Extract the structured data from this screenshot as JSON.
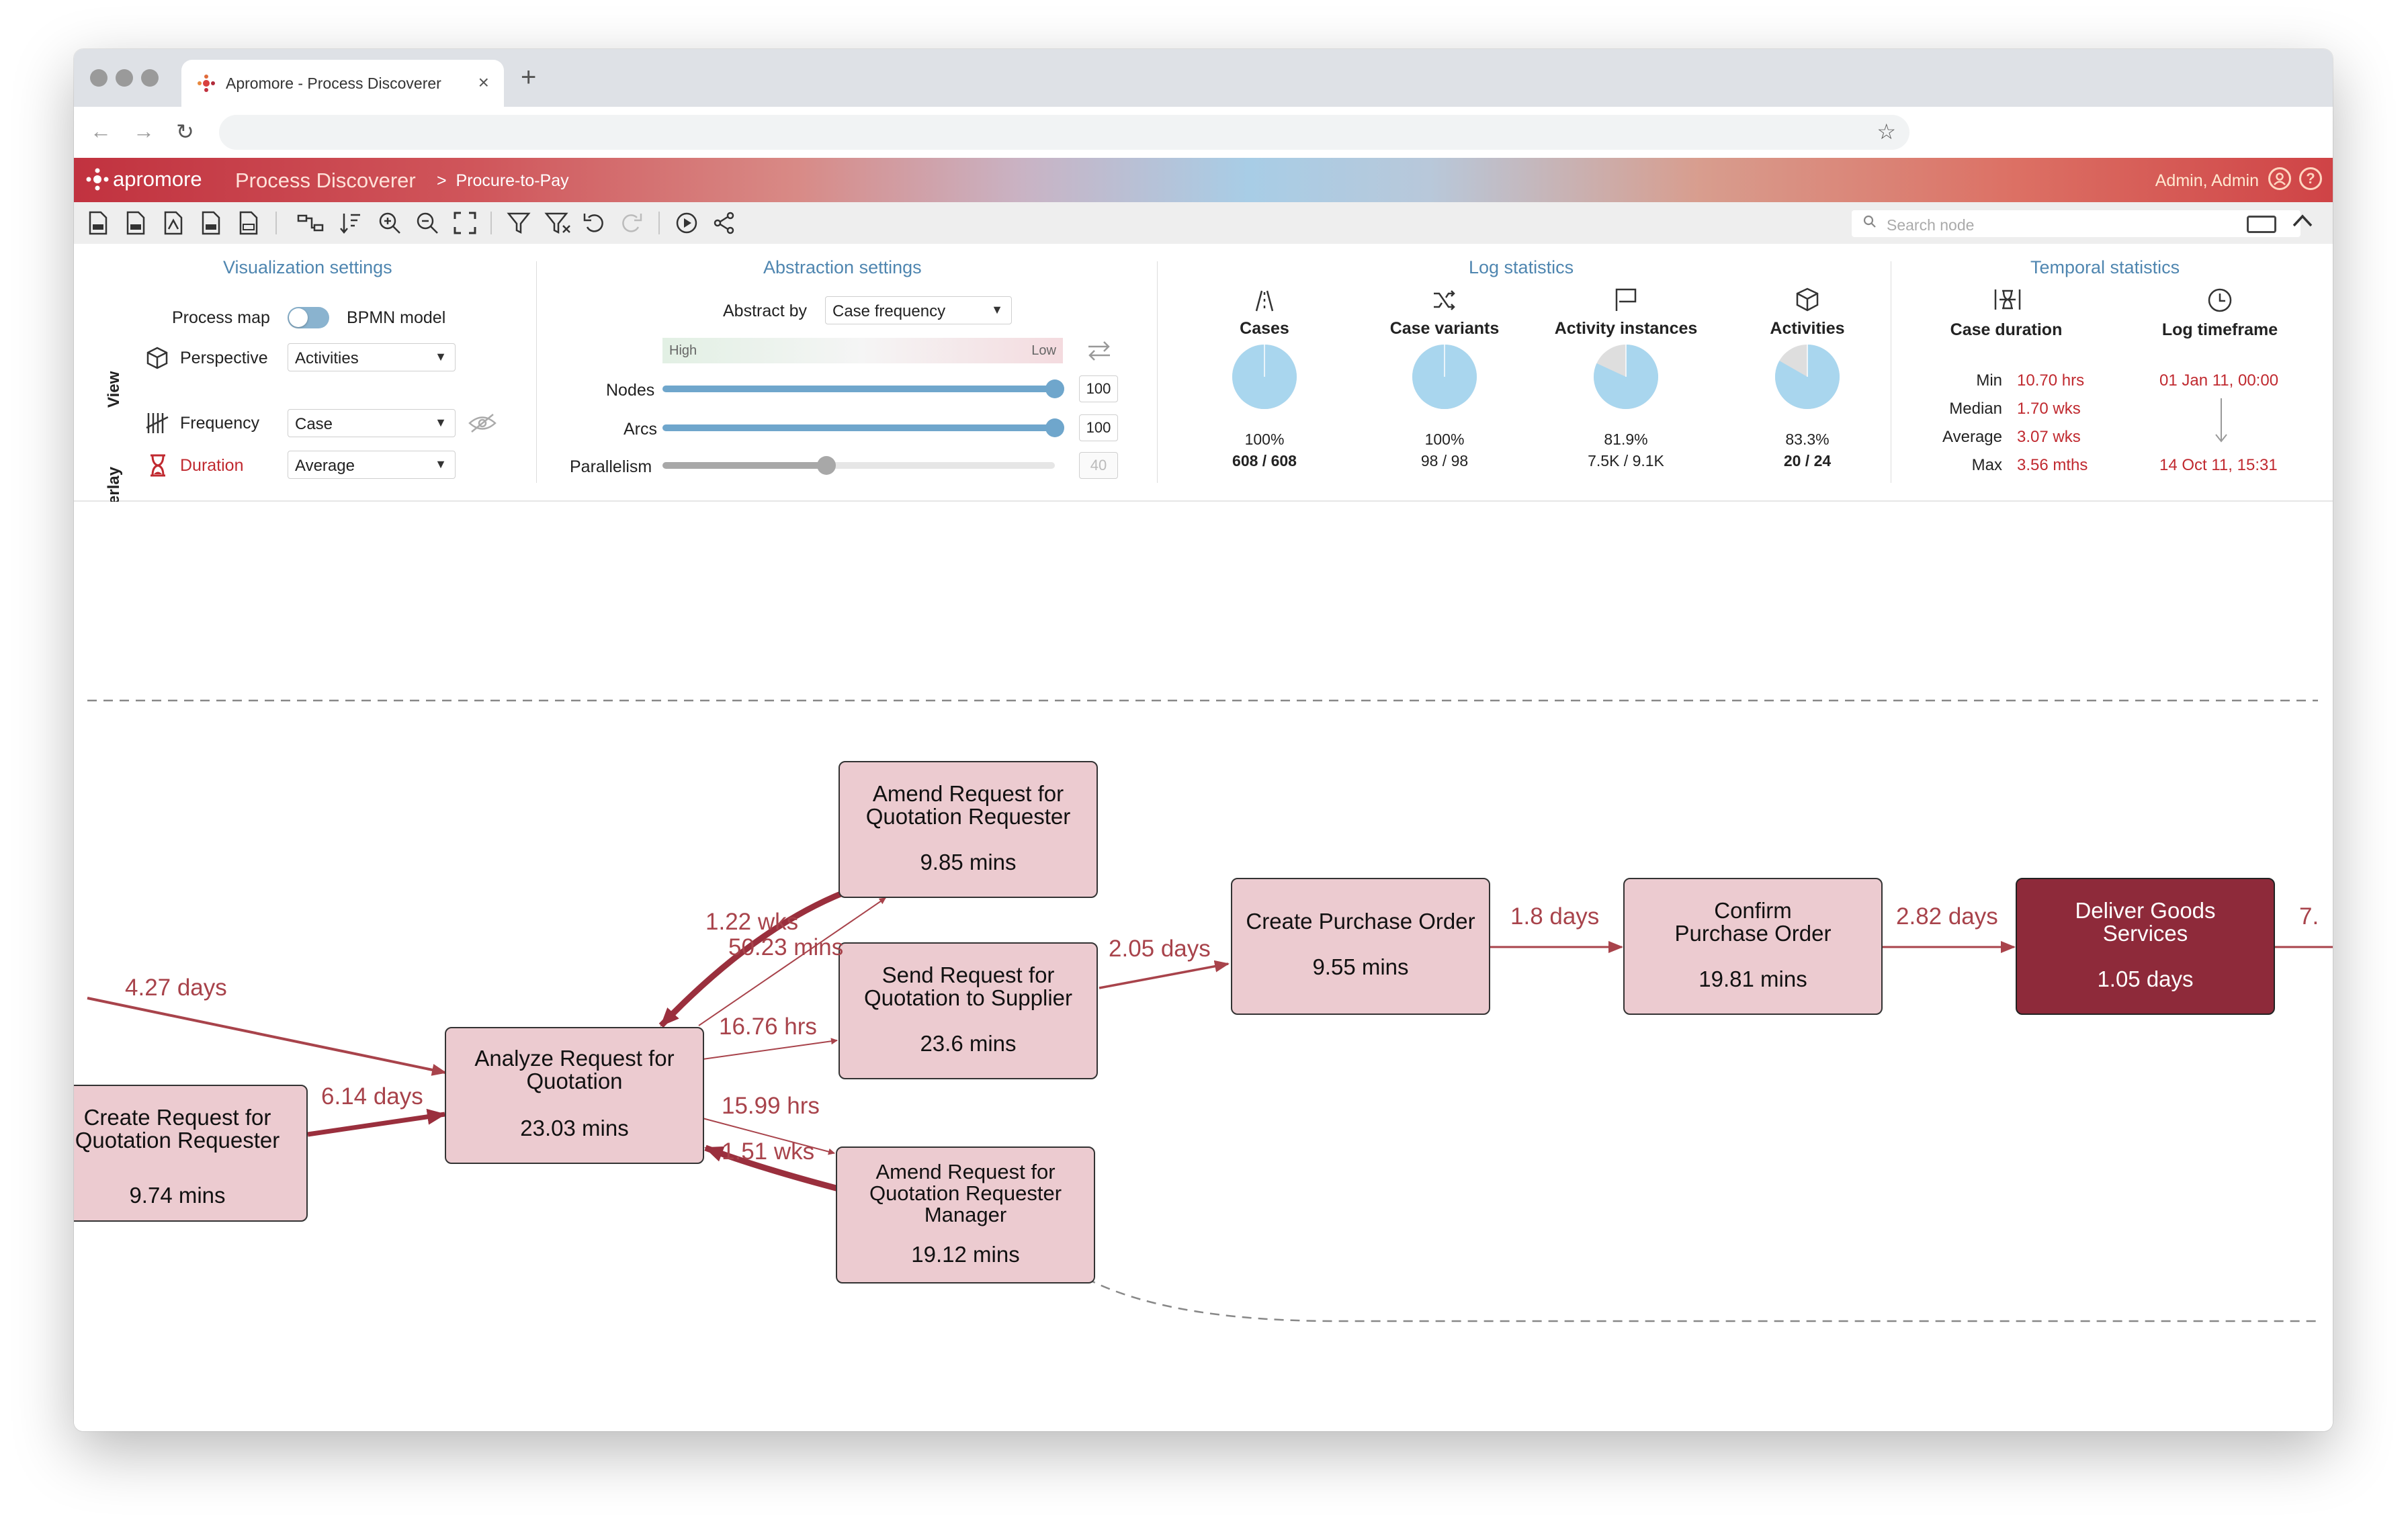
{
  "browser": {
    "tab_title": "Apromore - Process Discoverer",
    "close_glyph": "×",
    "new_tab_glyph": "+",
    "back_glyph": "←",
    "forward_glyph": "→",
    "reload_glyph": "↻",
    "bookmark_glyph": "☆"
  },
  "header": {
    "brand": "apromore",
    "app_name": "Process Discoverer",
    "breadcrumb_sep": ">",
    "breadcrumb": "Procure-to-Pay",
    "user": "Admin, Admin",
    "help_glyph": "?"
  },
  "toolbar": {
    "search_placeholder": "Search node",
    "icons": [
      "export-log-icon",
      "export-csv-icon",
      "export-pdf-icon",
      "export-png-icon",
      "export-bpmn-icon",
      "layout-icon",
      "sort-icon",
      "zoom-in-icon",
      "zoom-out-icon",
      "fit-screen-icon",
      "filter-icon",
      "clear-filter-icon",
      "undo-icon",
      "redo-icon",
      "animate-icon",
      "share-icon"
    ]
  },
  "visualization": {
    "title": "Visualization settings",
    "view_label": "View",
    "overlay_label": "Overlay",
    "process_map": "Process map",
    "bpmn_model": "BPMN model",
    "perspective_label": "Perspective",
    "perspective_value": "Activities",
    "frequency_label": "Frequency",
    "frequency_value": "Case",
    "duration_label": "Duration",
    "duration_value": "Average"
  },
  "abstraction": {
    "title": "Abstraction settings",
    "abstract_by_label": "Abstract by",
    "abstract_by_value": "Case frequency",
    "high": "High",
    "low": "Low",
    "nodes_label": "Nodes",
    "nodes_value": "100",
    "arcs_label": "Arcs",
    "arcs_value": "100",
    "parallelism_label": "Parallelism",
    "parallelism_value": "40"
  },
  "log_stats": {
    "title": "Log statistics",
    "items": [
      {
        "label": "Cases",
        "pct": "100%",
        "count": "608 / 608",
        "fraction": 1.0
      },
      {
        "label": "Case variants",
        "pct": "100%",
        "count": "98 / 98",
        "fraction": 1.0
      },
      {
        "label": "Activity instances",
        "pct": "81.9%",
        "count": "7.5K / 9.1K",
        "fraction": 0.819
      },
      {
        "label": "Activities",
        "pct": "83.3%",
        "count": "20 / 24",
        "fraction": 0.833
      }
    ]
  },
  "temporal_stats": {
    "title": "Temporal statistics",
    "case_duration": "Case duration",
    "log_timeframe": "Log timeframe",
    "min_label": "Min",
    "min_value": "10.70 hrs",
    "median_label": "Median",
    "median_value": "1.70 wks",
    "average_label": "Average",
    "average_value": "3.07 wks",
    "max_label": "Max",
    "max_value": "3.56 mths",
    "start": "01 Jan 11, 00:00",
    "end": "14 Oct 11, 15:31"
  },
  "process_map": {
    "nodes": [
      {
        "name": "Create Request for Quotation Requester",
        "value": "9.74 mins"
      },
      {
        "name": "Analyze Request for Quotation",
        "value": "23.03 mins"
      },
      {
        "name": "Amend Request for Quotation Requester",
        "value": "9.85 mins"
      },
      {
        "name": "Send Request for Quotation to Supplier",
        "value": "23.6 mins"
      },
      {
        "name": "Amend Request for Quotation Requester Manager",
        "value": "19.12 mins"
      },
      {
        "name": "Create Purchase Order",
        "value": "9.55 mins"
      },
      {
        "name": "Confirm Purchase Order",
        "value": "19.81 mins"
      },
      {
        "name": "Deliver Goods Services",
        "value": "1.05 days"
      }
    ],
    "edges": [
      {
        "label": "4.27 days"
      },
      {
        "label": "6.14 days"
      },
      {
        "label": "1.22 wks"
      },
      {
        "label": "50.23 mins"
      },
      {
        "label": "16.76 hrs"
      },
      {
        "label": "15.99 hrs"
      },
      {
        "label": "1.51 wks"
      },
      {
        "label": "2.05 days"
      },
      {
        "label": "1.8 days"
      },
      {
        "label": "2.82 days"
      },
      {
        "label": "7."
      }
    ]
  },
  "colors": {
    "accent_blue": "#4f86b0",
    "node_fill": "#eccbd0",
    "node_dark": "#8e2a3a",
    "edge": "#a8434b",
    "temporal_red": "#c0292f"
  }
}
